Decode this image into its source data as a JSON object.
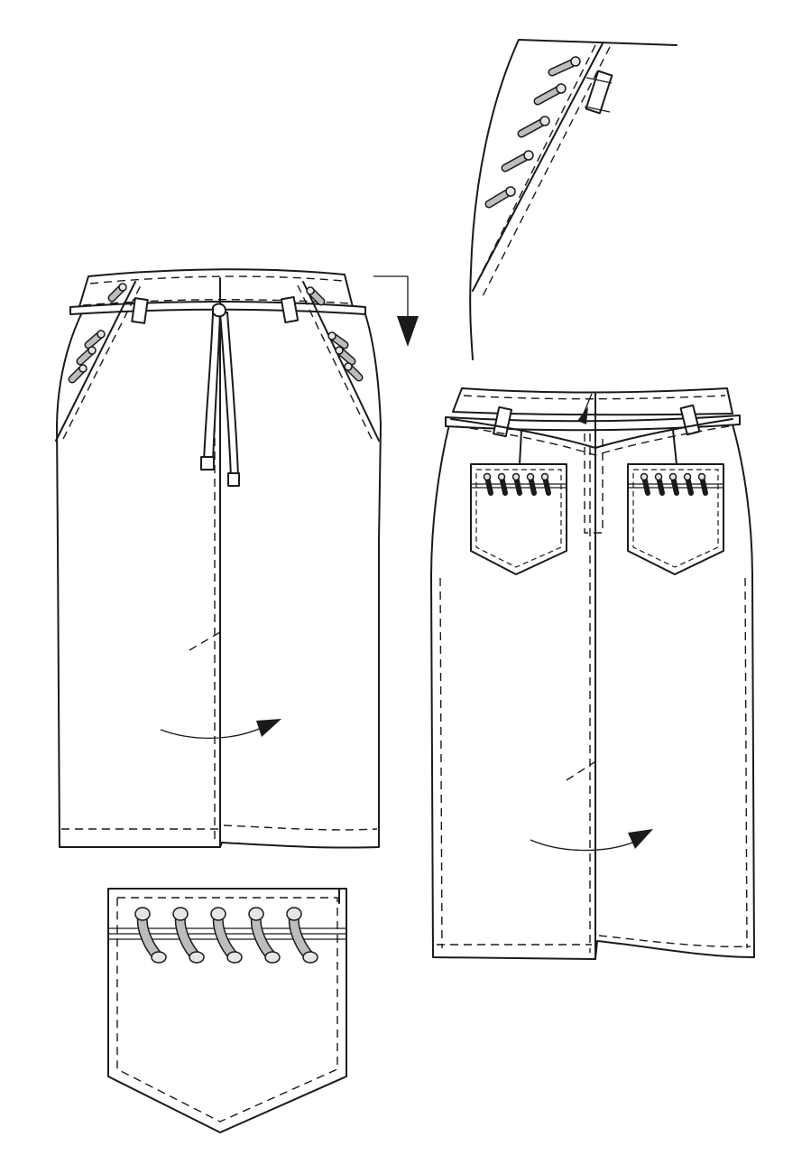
{
  "figure": {
    "views": [
      {
        "id": "front-view",
        "label": ""
      },
      {
        "id": "back-view",
        "label": ""
      },
      {
        "id": "side-lacing-detail",
        "label": ""
      },
      {
        "id": "back-pocket-detail",
        "label": ""
      }
    ],
    "colors": {
      "line": "#1a1a1a",
      "lace": "#bdbdbd",
      "paper": "#ffffff"
    },
    "icons": [
      "arrow-down-icon",
      "curved-arrow-icon"
    ]
  }
}
